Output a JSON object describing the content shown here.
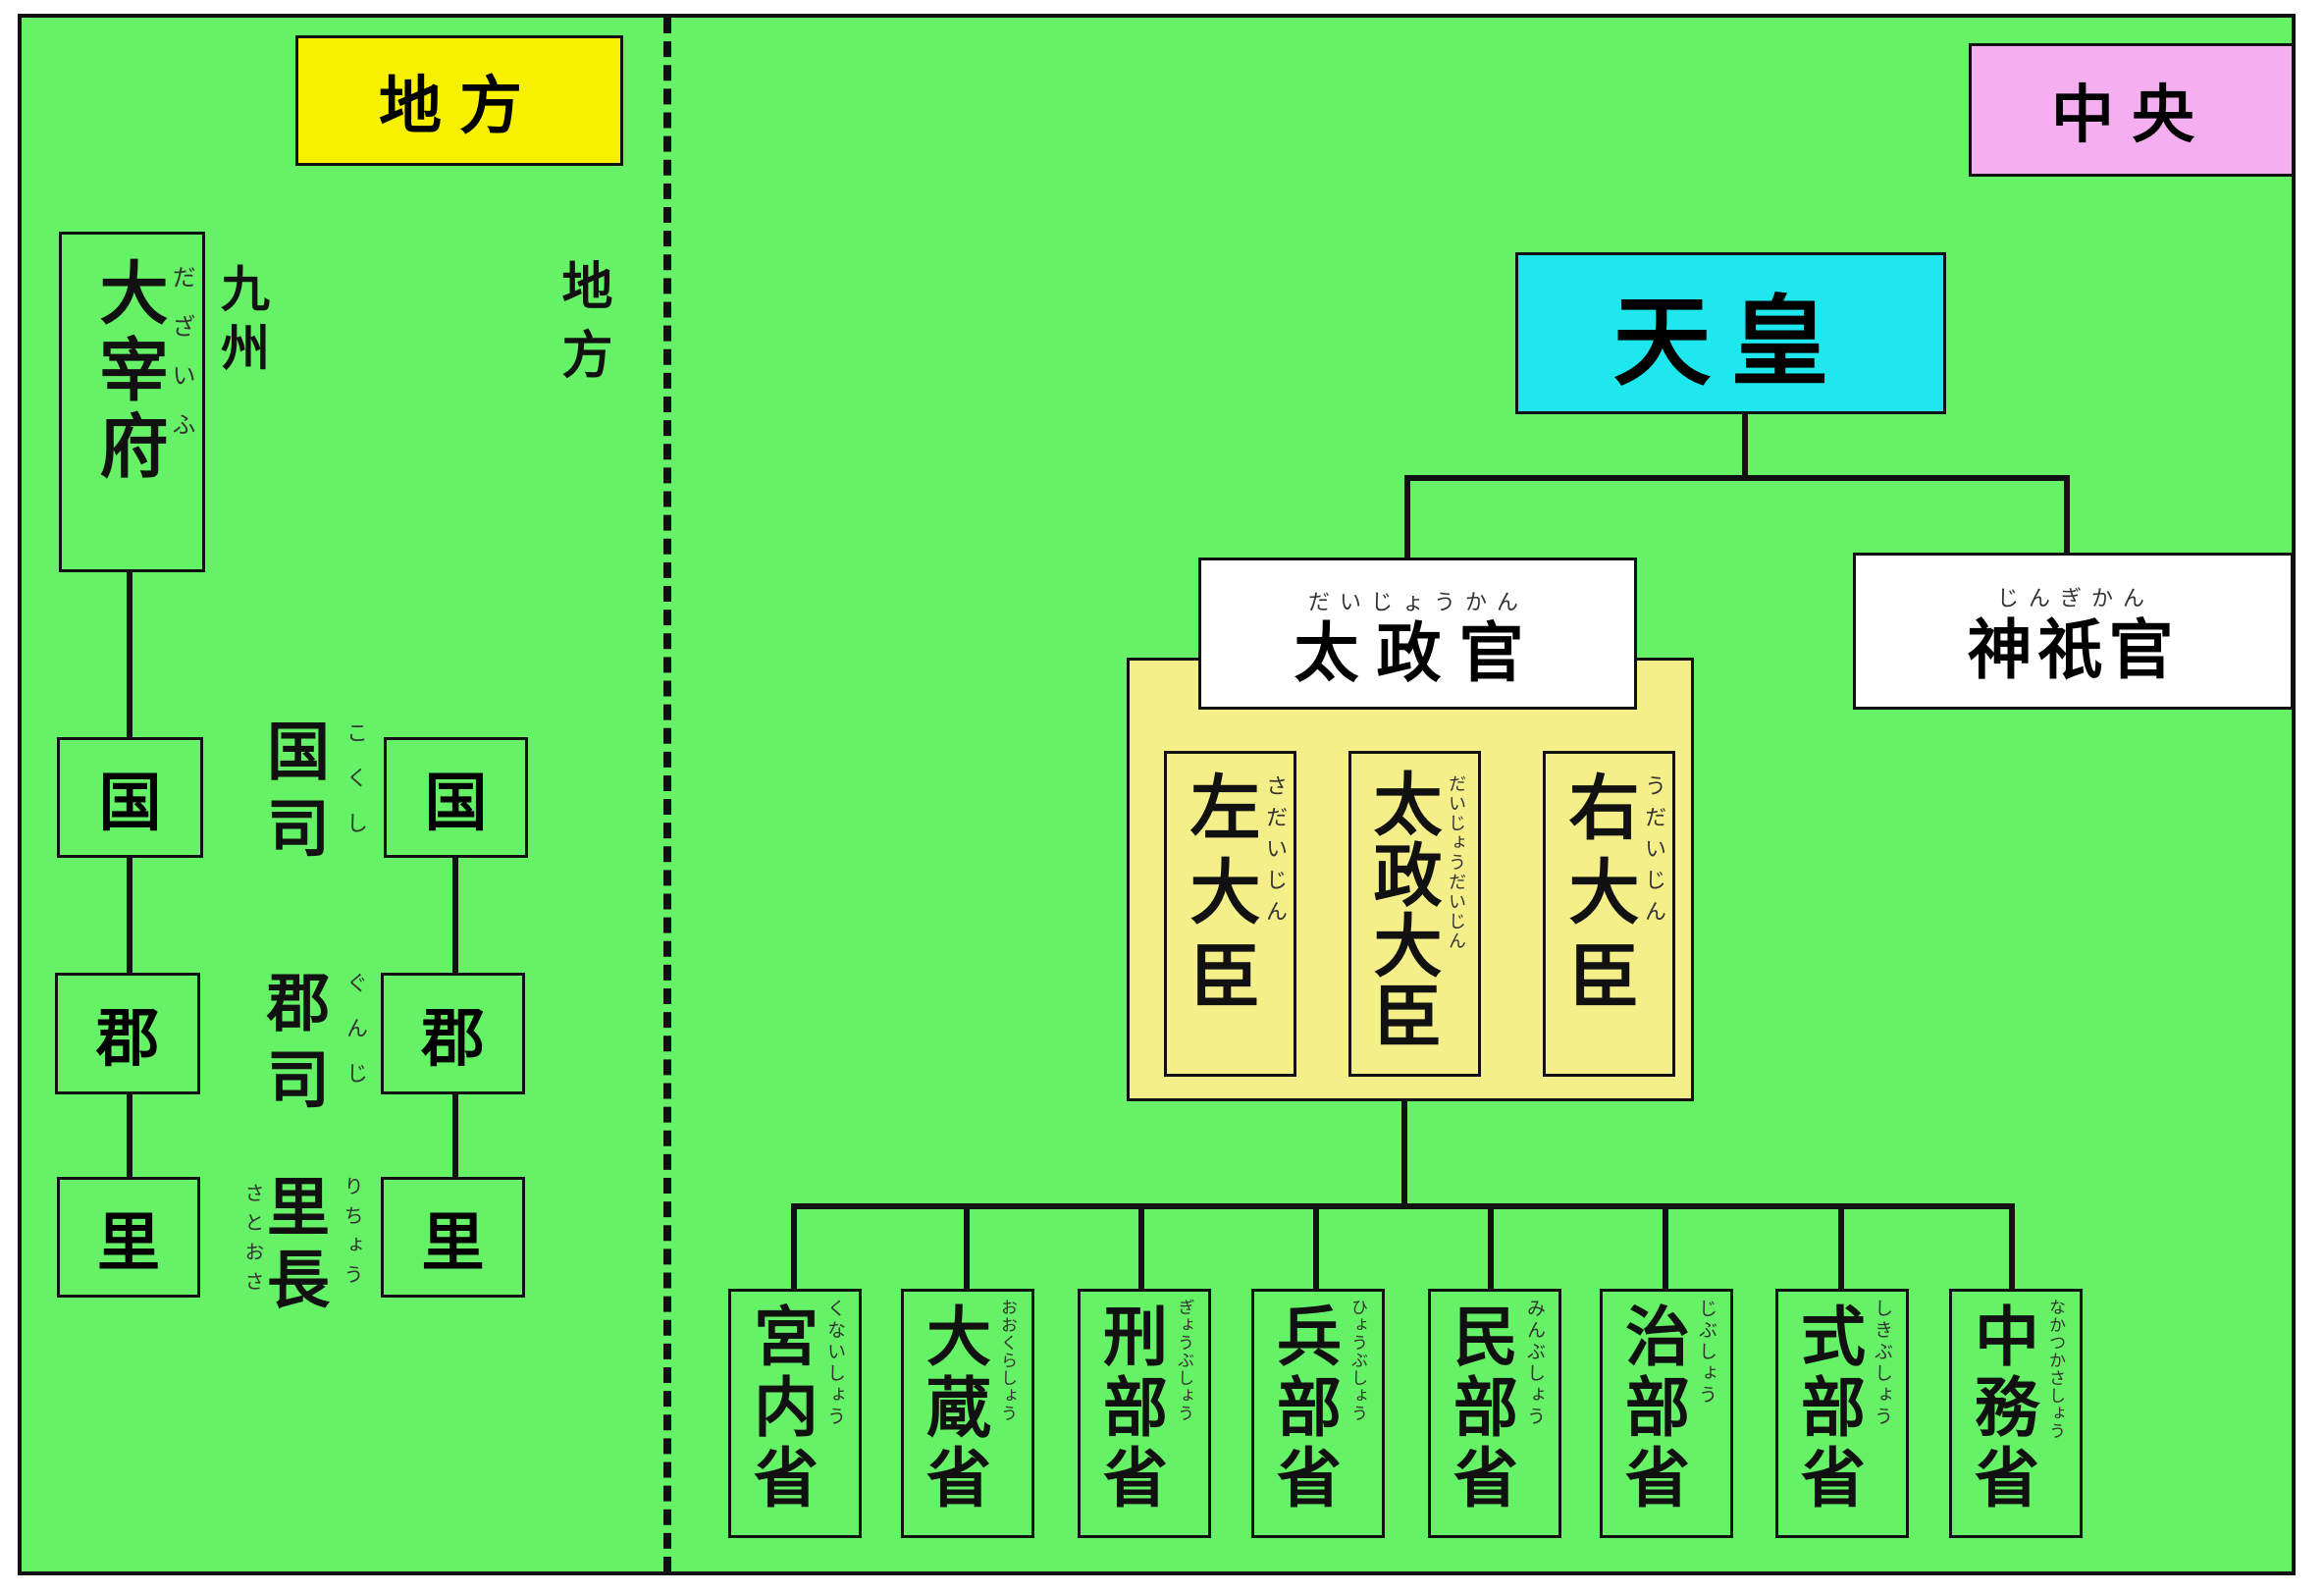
{
  "legend": {
    "local": "地方",
    "central": "中央"
  },
  "local": {
    "dazaifu": {
      "label": "大宰府",
      "ruby": "だざいふ",
      "note": "九州"
    },
    "note_local": "地方",
    "kuni": "国",
    "gun": "郡",
    "sato": "里",
    "kokushi": {
      "label": "国司",
      "ruby": "こくし"
    },
    "gunji": {
      "label": "郡司",
      "ruby": "ぐんじ"
    },
    "richou": {
      "label": "里長",
      "ruby_a": "りちょう",
      "ruby_b": "さとおさ"
    }
  },
  "central": {
    "emperor": "天皇",
    "daijokan": {
      "label": "太政官",
      "ruby": "だいじょうかん"
    },
    "jingikan": {
      "label": "神祇官",
      "ruby": "じんぎかん"
    },
    "ministers": [
      {
        "label": "左大臣",
        "ruby": "さだいじん"
      },
      {
        "label": "太政大臣",
        "ruby": "だいじょうだいじん"
      },
      {
        "label": "右大臣",
        "ruby": "うだいじん"
      }
    ],
    "ministries": [
      {
        "label": "宮内省",
        "ruby": "くないしょう"
      },
      {
        "label": "大蔵省",
        "ruby": "おおくらしょう"
      },
      {
        "label": "刑部省",
        "ruby": "ぎょうぶしょう"
      },
      {
        "label": "兵部省",
        "ruby": "ひょうぶしょう"
      },
      {
        "label": "民部省",
        "ruby": "みんぶしょう"
      },
      {
        "label": "治部省",
        "ruby": "じぶしょう"
      },
      {
        "label": "式部省",
        "ruby": "しきぶしょう"
      },
      {
        "label": "中務省",
        "ruby": "なかつかさしょう"
      }
    ]
  },
  "colors": {
    "background": "#66f266",
    "local_label": "#f7f000",
    "central_label": "#f5aef0",
    "emperor": "#1ee8ee",
    "minister_group": "#f5ef8a",
    "white_box": "#ffffff",
    "line": "#111111"
  }
}
